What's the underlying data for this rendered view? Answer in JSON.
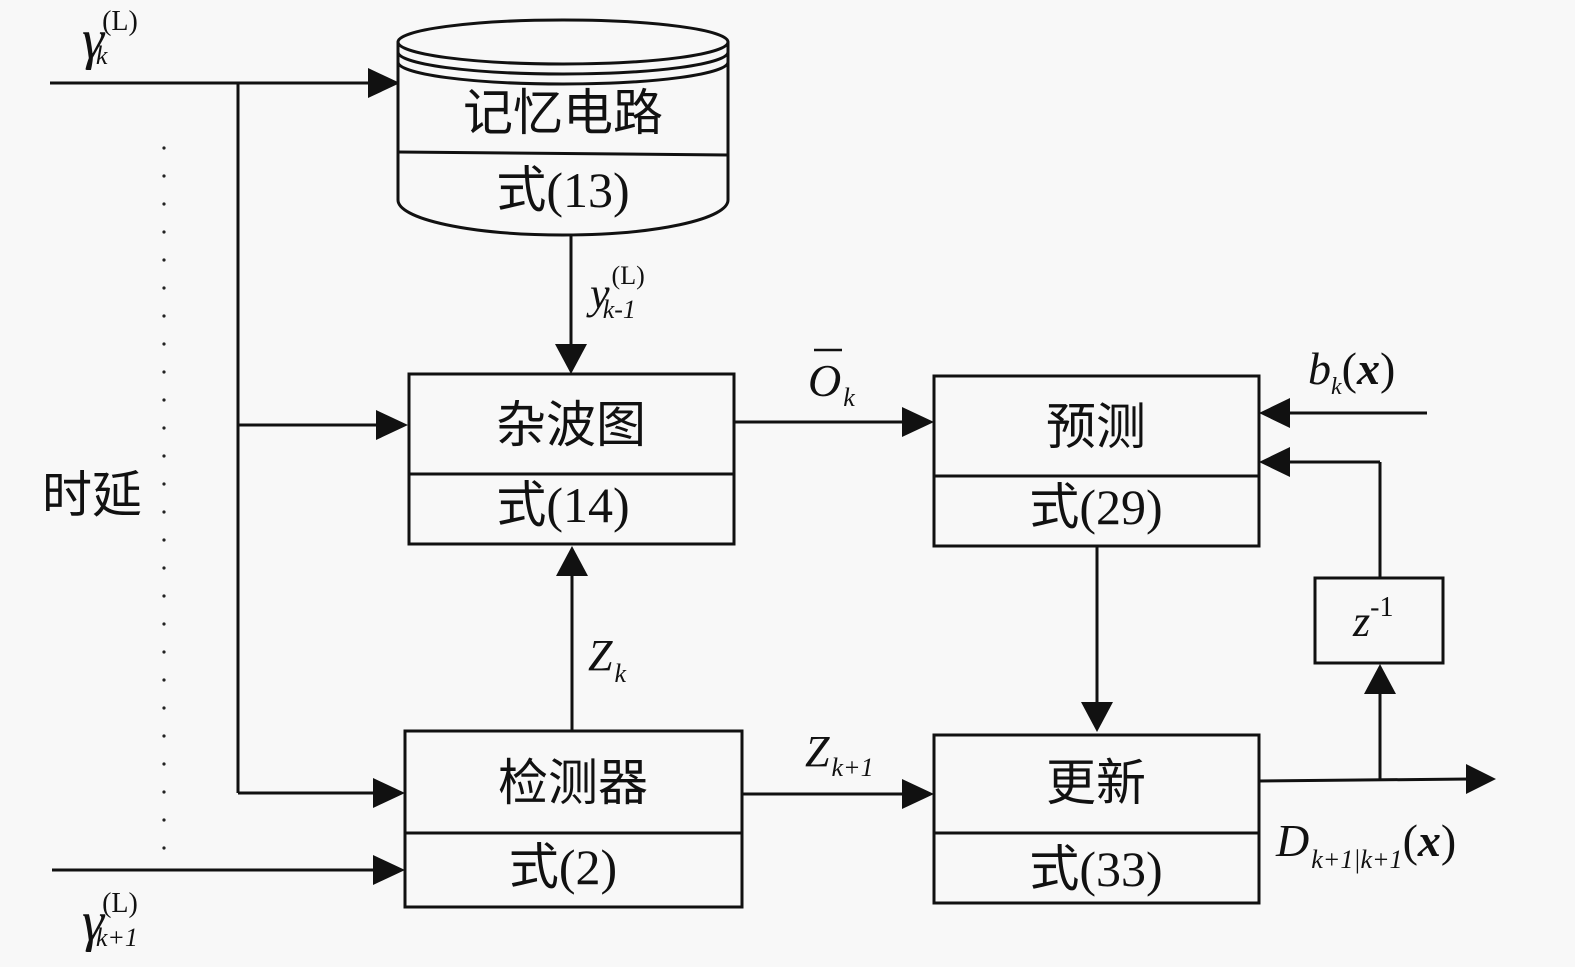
{
  "diagram": {
    "type": "block-diagram",
    "blocks": {
      "memory": {
        "title": "记忆电路",
        "equation": "式(13)",
        "shape": "cylinder"
      },
      "clutter": {
        "title": "杂波图",
        "equation": "式(14)"
      },
      "predict": {
        "title": "预测",
        "equation": "式(29)"
      },
      "detector": {
        "title": "检测器",
        "equation": "式(2)"
      },
      "update": {
        "title": "更新",
        "equation": "式(33)"
      },
      "delay": {
        "base": "z",
        "sup": "-1"
      }
    },
    "labels": {
      "gamma_k": {
        "base": "γ",
        "sub": "k",
        "sup": "(L)"
      },
      "gamma_k1": {
        "base": "γ",
        "sub": "k+1",
        "sup": "(L)"
      },
      "y_km1": {
        "base": "y",
        "sub": "k-1",
        "sup": "(L)"
      },
      "o_bar_k": {
        "base": "O",
        "sub": "k",
        "accent": "bar"
      },
      "b_k": {
        "base": "b",
        "sub": "k",
        "arg": "x"
      },
      "z_k": {
        "base": "Z",
        "sub": "k"
      },
      "z_k1": {
        "base": "Z",
        "sub": "k+1"
      },
      "d_out": {
        "base": "D",
        "sub": "k+1|k+1",
        "arg": "x"
      },
      "time_delay": "时延"
    },
    "paren_open": "(",
    "paren_close": ")"
  }
}
